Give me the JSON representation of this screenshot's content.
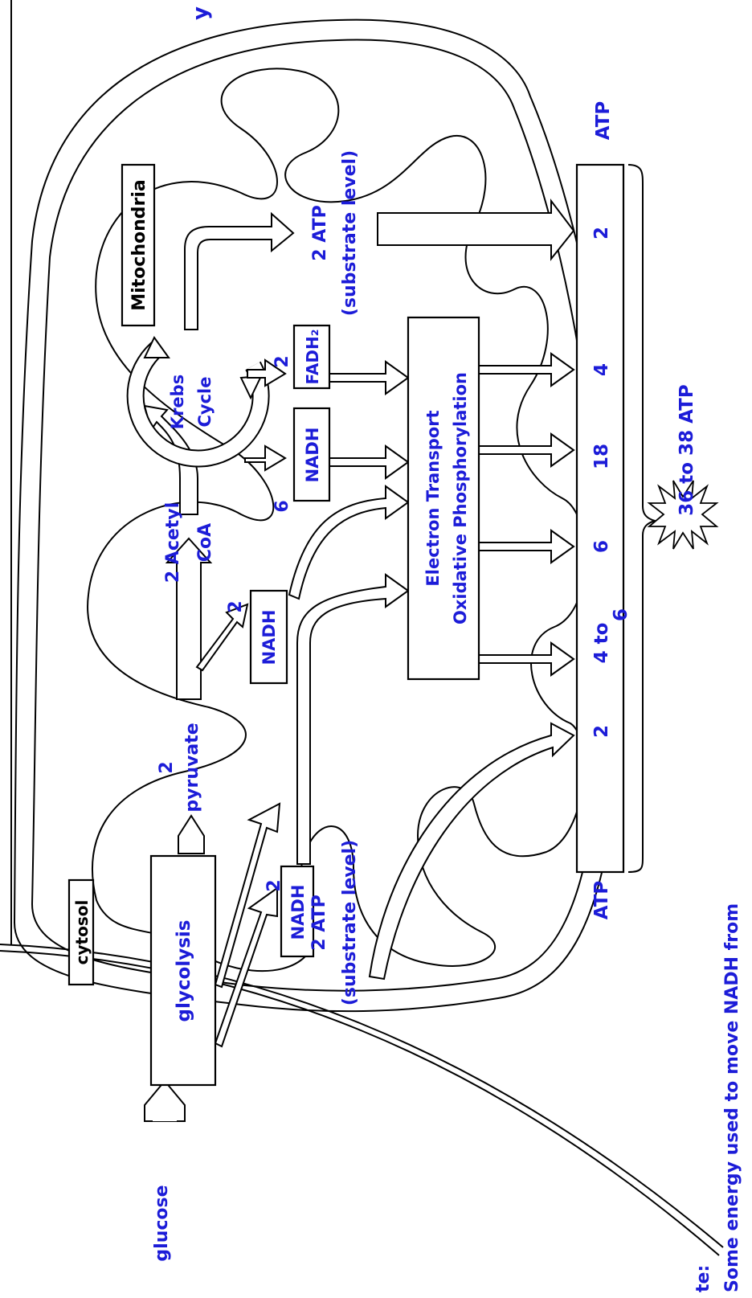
{
  "labels": {
    "glucose": "glucose",
    "glycolysis": "glycolysis",
    "cytosol": "cytosol",
    "mitochondria": "Mitochondria",
    "pyruvate_count": "2",
    "pyruvate": "pyruvate",
    "acetyl_coa_line1": "2 Acetyl",
    "acetyl_coa_line2": "CoA",
    "krebs_line1": "Krebs",
    "krebs_line2": "Cycle",
    "nadh": "NADH",
    "fadh2": "FADH₂",
    "two": "2",
    "six": "6",
    "atp_2": "2 ATP",
    "substrate_level": "(substrate level)",
    "etc_line1": "Electron Transport",
    "etc_line2": "Oxidative Phosphorylation",
    "atp": "ATP",
    "tally_4to": "4 to",
    "tally_6": "6",
    "tally_18": "18",
    "tally_4": "4",
    "tally_2": "2",
    "total_atp": "36 to 38 ATP",
    "note_head": "te:",
    "note_line1": "Some energy used to move NADH from",
    "top_mark": "y"
  }
}
